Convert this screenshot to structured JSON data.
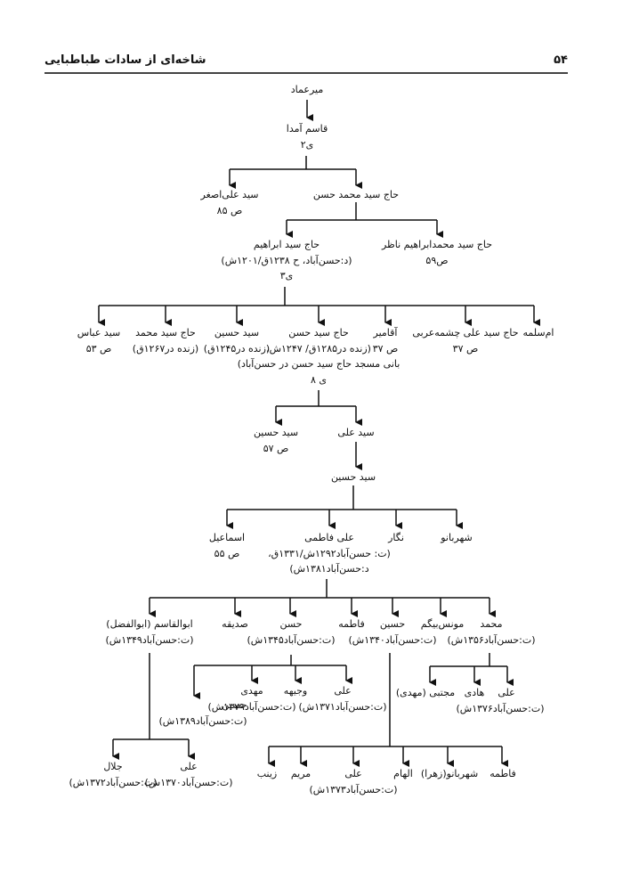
{
  "header": {
    "page_number": "۵۴",
    "running_title": "شاخه‌ای از سادات طباطبایی"
  },
  "nodes": {
    "mir_emad": {
      "name": "میرعماد"
    },
    "qasem": {
      "name": "قاسم آمدا",
      "note": "ی۲"
    },
    "ali_asghar": {
      "name": "سید علی‌اصغر",
      "note": "ص ۸۵"
    },
    "mohammad_hasan": {
      "name": "حاج سید محمد حسن"
    },
    "ebrahim": {
      "name": "حاج سید ابراهیم",
      "note": "(د:حسن‌آباد، ح ۱۲۳۸ق/۱۲۰۱ش)",
      "gen": "ی۳"
    },
    "ebrahim_nazer": {
      "name": "حاج سید محمدابراهیم ناظر",
      "note": "ص۵۹"
    },
    "abbas": {
      "name": "سید عباس",
      "note": "ص ۵۳"
    },
    "haj_mohammad": {
      "name": "حاج سید محمد",
      "note": "(زنده در۱۲۶۷ق)"
    },
    "hosein1": {
      "name": "سید حسین",
      "note": "(زنده در۱۲۴۵ق)"
    },
    "haj_hasan": {
      "name": "حاج سید حسن",
      "note": "(زنده در۱۲۸۵ق/ ۱۲۴۷ش،",
      "note2": "بانی مسجد حاج سید حسن در حسن‌آباد)",
      "gen": "ی ۸"
    },
    "aqamir": {
      "name": "آقامیر",
      "note": "ص ۳۷"
    },
    "ali_cheshme": {
      "name": "حاج سید علی چشمه‌عربی",
      "note": "ص ۳۷"
    },
    "omm_salame": {
      "name": "ام‌سلمه"
    },
    "hosein2": {
      "name": "سید حسین",
      "note": "ص ۵۷"
    },
    "seyed_ali": {
      "name": "سید علی"
    },
    "seyed_hosein3": {
      "name": "سید حسین"
    },
    "esmail": {
      "name": "اسماعیل",
      "note": "ص ۵۵"
    },
    "ali_fatemi": {
      "name": "علی فاطمی",
      "note": "(ت: حسن‌آباد۱۲۹۲ش/۱۳۳۱ق،",
      "note2": "د:حسن‌آباد۱۳۸۱ش)"
    },
    "negar": {
      "name": "نگار"
    },
    "shahrbanoo": {
      "name": "شهربانو"
    },
    "abolqasem": {
      "name": "ابوالقاسم (ابوالفضل)",
      "note": "(ت:حسن‌آباد۱۳۴۹ش)"
    },
    "sadiqe": {
      "name": "صدیقه"
    },
    "hasan": {
      "name": "حسن",
      "note": "(ت:حسن‌آباد۱۳۴۵ش)"
    },
    "fateme": {
      "name": "فاطمه"
    },
    "hosein4": {
      "name": "حسین",
      "note": "(ت:حسن‌آباد۱۳۴۰ش)"
    },
    "moones": {
      "name": "مونس‌بیگم"
    },
    "mohammad": {
      "name": "محمد",
      "note": "(ت:حسن‌آباد۱۳۵۶ش)"
    },
    "h_hosein": {
      "name": "حسین",
      "note": "(ت:حسن‌آباد۱۳۸۹ش)"
    },
    "h_mahdi": {
      "name": "مهدی",
      "note": "(ت:حسن‌آباد۱۳۷۹ش)"
    },
    "h_vajihe": {
      "name": "وجیهه"
    },
    "h_ali": {
      "name": "علی",
      "note": "(ت:حسن‌آباد۱۳۷۱ش)"
    },
    "m_mojtaba": {
      "name": "مجتبی (مهدی)"
    },
    "m_hadi": {
      "name": "هادی"
    },
    "m_ali": {
      "name": "علی",
      "note": "(ت:حسن‌آباد۱۳۷۶ش)"
    },
    "a_jalal": {
      "name": "جلال",
      "note": "(ت:حسن‌آباد۱۳۷۲ش)"
    },
    "a_ali": {
      "name": "علی",
      "note": "(ت:حسن‌آباد۱۳۷۰ش)"
    },
    "ho_zeynab": {
      "name": "زینب"
    },
    "ho_maryam": {
      "name": "مریم"
    },
    "ho_ali": {
      "name": "علی",
      "note": "(ت:حسن‌آباد۱۳۷۳ش)"
    },
    "ho_elham": {
      "name": "الهام"
    },
    "ho_shahrbanoo": {
      "name": "شهربانو(زهرا)"
    },
    "ho_fateme": {
      "name": "فاطمه"
    }
  }
}
